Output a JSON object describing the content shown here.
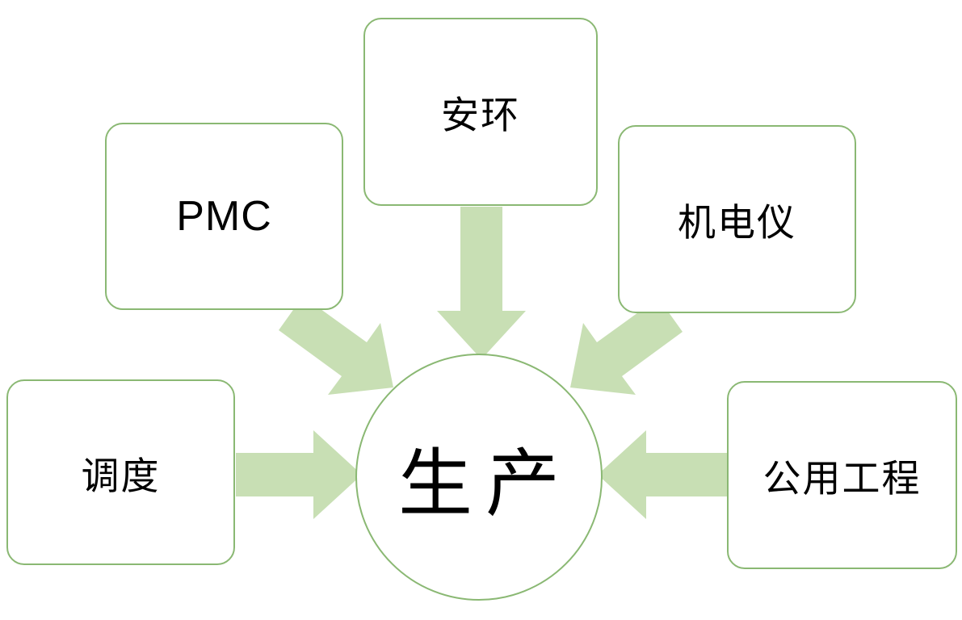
{
  "diagram": {
    "title": "production-relationship-diagram",
    "center": {
      "label": "生产"
    },
    "nodes": [
      {
        "id": "pmc",
        "label": "PMC"
      },
      {
        "id": "anhuan",
        "label": "安环"
      },
      {
        "id": "jidianyi",
        "label": "机电仪"
      },
      {
        "id": "diaodu",
        "label": "调度"
      },
      {
        "id": "gongyong-gongcheng",
        "label": "公用工程"
      }
    ],
    "arrows": [
      {
        "from": "anhuan",
        "to": "center",
        "direction": "down"
      },
      {
        "from": "pmc",
        "to": "center",
        "direction": "down-right"
      },
      {
        "from": "jidianyi",
        "to": "center",
        "direction": "down-left"
      },
      {
        "from": "diaodu",
        "to": "center",
        "direction": "right"
      },
      {
        "from": "gongyong-gongcheng",
        "to": "center",
        "direction": "left"
      }
    ],
    "colors": {
      "shape_border_green": "#8ab873",
      "arrow_fill_green": "#c8dfb4",
      "text_color": "#000000",
      "background": "#ffffff"
    }
  }
}
